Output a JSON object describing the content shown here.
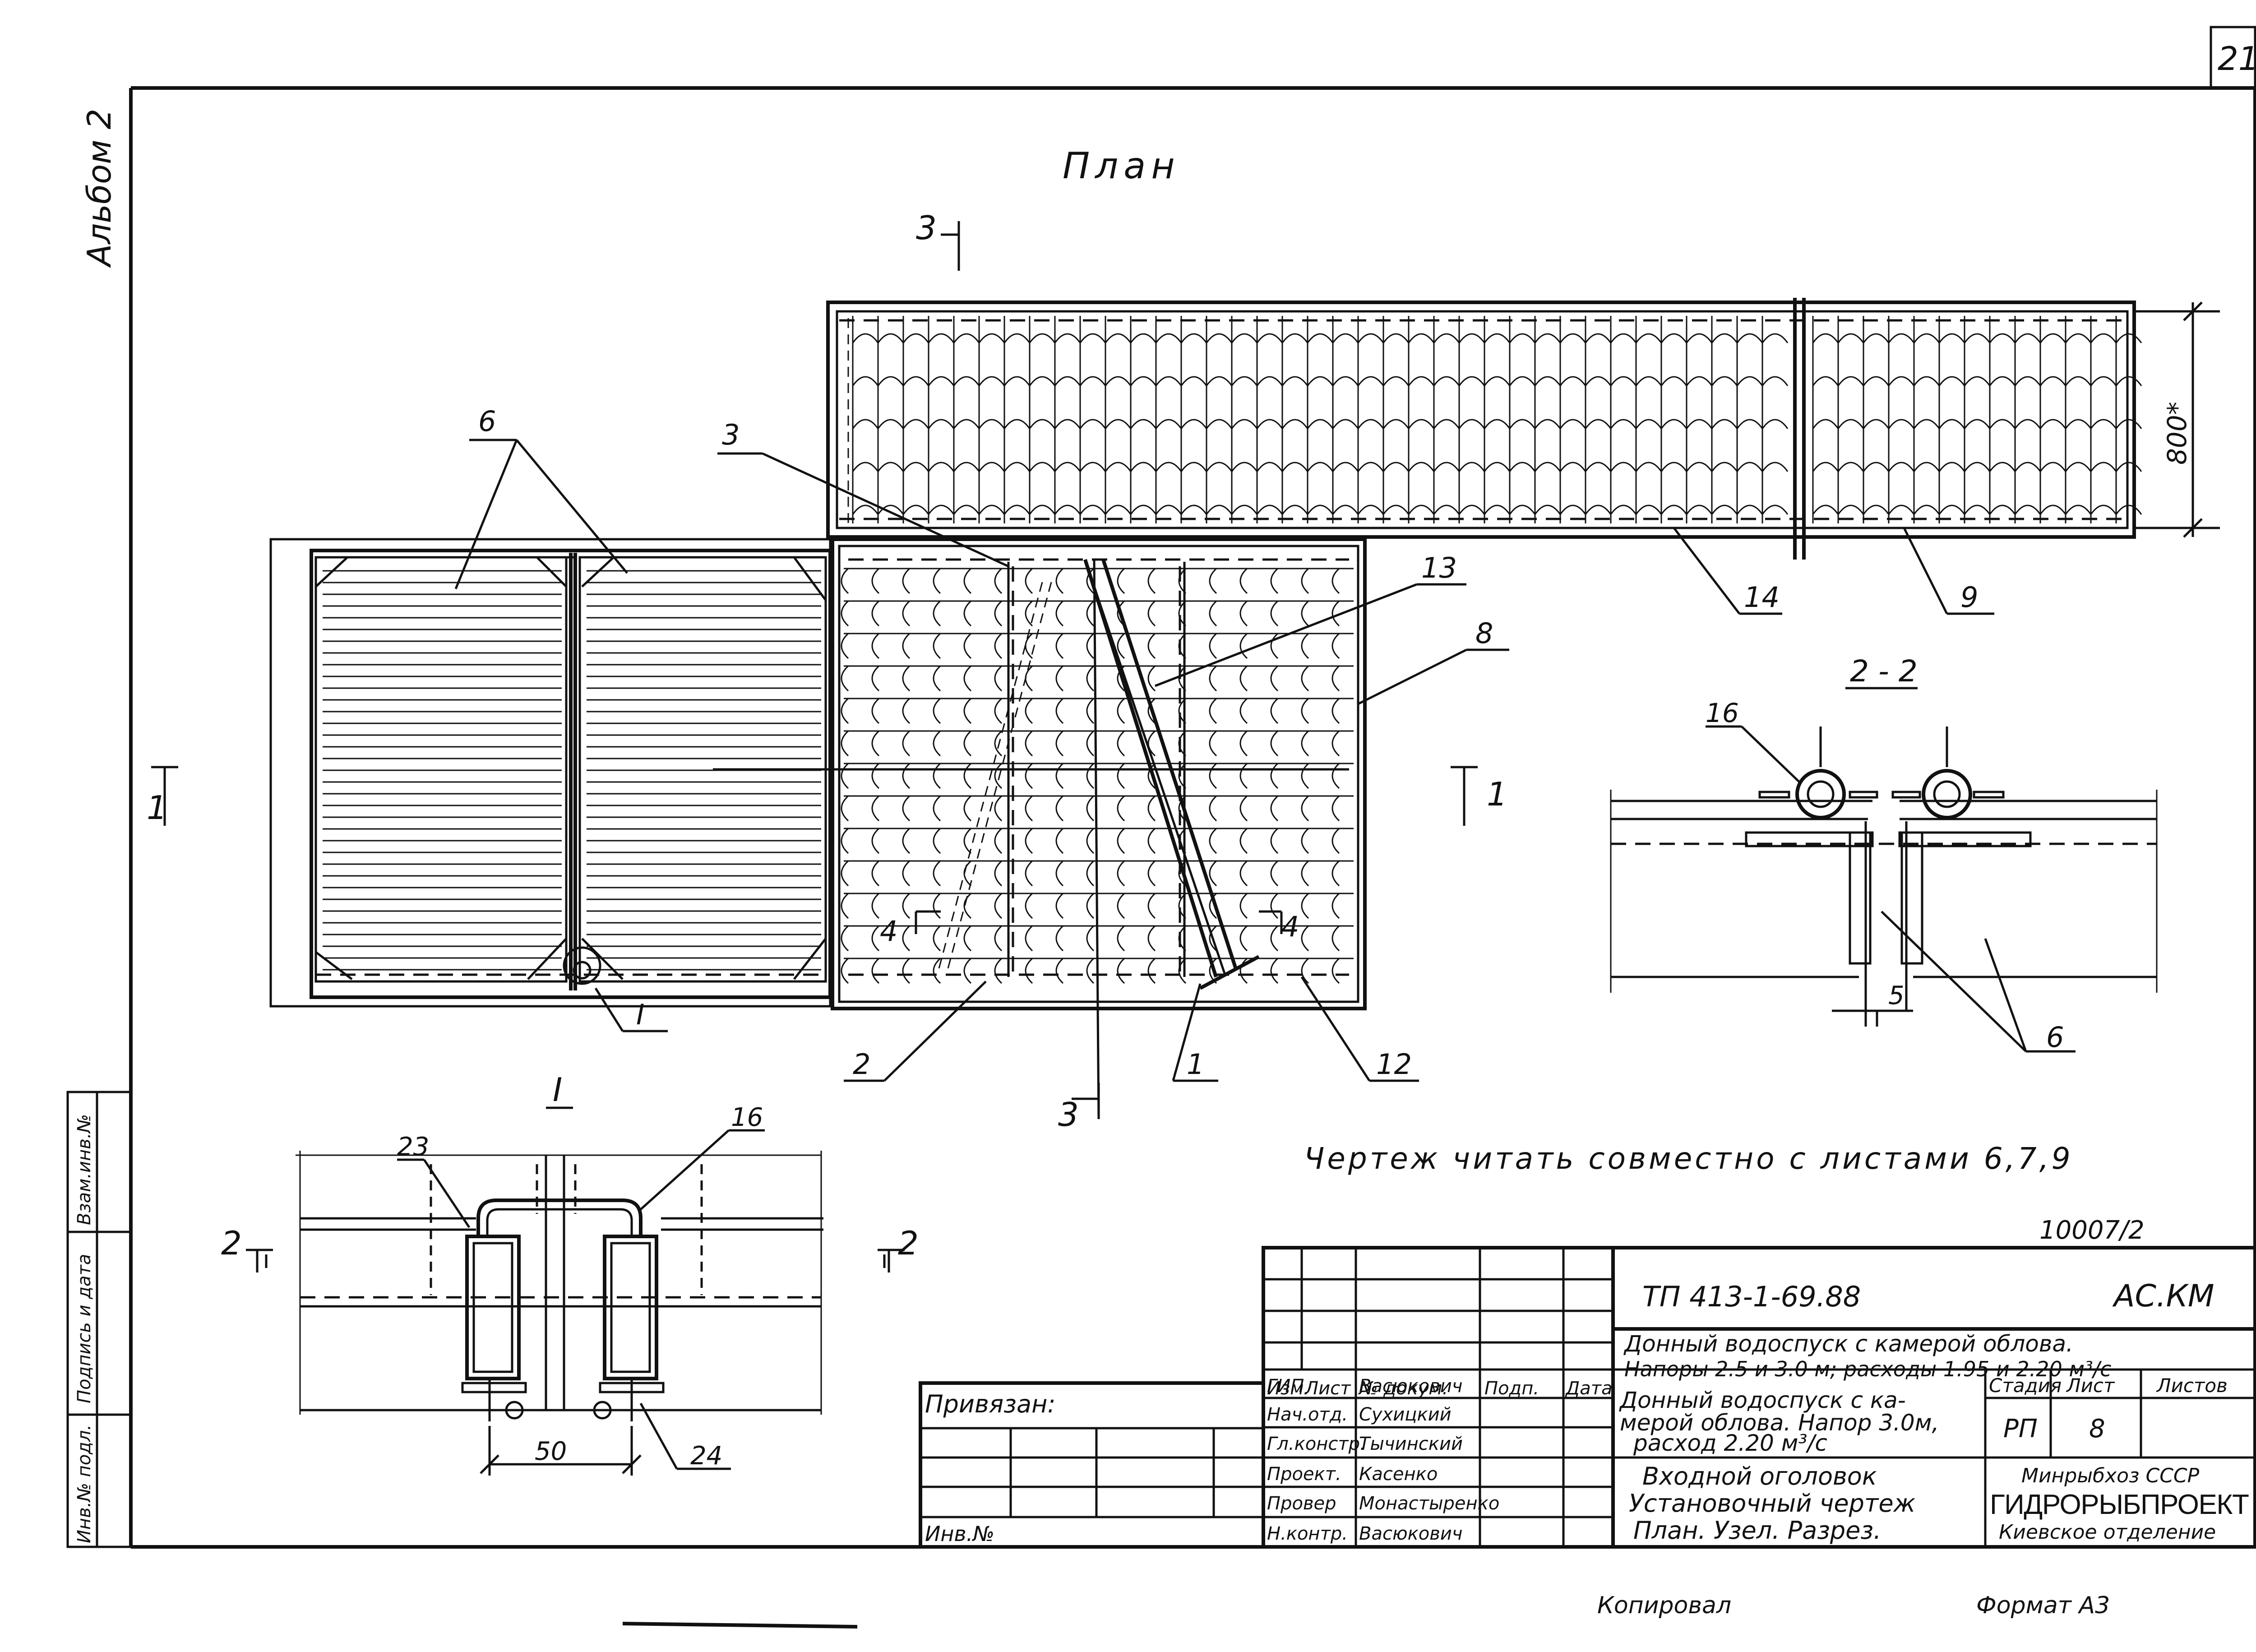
{
  "sheet": {
    "page_number": "21",
    "album": "Альбом 2",
    "title_plan": "План",
    "note": "Чертеж читать совместно с листами 6,7,9",
    "archive_no": "10007/2",
    "copied": "Копировал",
    "format": "Формат А3"
  },
  "section_marks": {
    "s1": "1",
    "s2": "2",
    "s3": "3",
    "s4": "4",
    "section_2_2": "2 - 2",
    "node_1": "I",
    "node_1_title": "I"
  },
  "callouts": {
    "c1": "1",
    "c2": "2",
    "c3": "3",
    "c6_plan": "6",
    "c6_section": "6",
    "c8": "8",
    "c9": "9",
    "c12": "12",
    "c13": "13",
    "c14": "14",
    "c16_section": "16",
    "c16_node": "16",
    "c23": "23",
    "c24": "24"
  },
  "dimensions": {
    "d800": "800*",
    "d50": "50",
    "d5": "5"
  },
  "left_stamp": {
    "inv_podl": "Инв.№ подл.",
    "sign_date": "Подпись и дата",
    "vzam": "Взам.инв.№"
  },
  "title_block": {
    "code": "ТП 413-1-69.88",
    "mark": "АС.КМ",
    "object_line1": "Донный водоспуск с камерой облова.",
    "object_line2": "Напоры 2.5 и 3.0 м; расходы 1.95 и 2.20 м³/с",
    "part_line1": "Донный водоспуск с ка-",
    "part_line2": "мерой облова. Напор 3.0м,",
    "part_line3": "расход 2.20 м³/с",
    "sheet_title1": "Входной оголовок",
    "sheet_title2": "Установочный чертеж",
    "sheet_title3": "План. Узел. Разрез.",
    "stage_label": "Стадия",
    "sheet_label": "Лист",
    "sheets_label": "Листов",
    "stage": "РП",
    "sheet_no": "8",
    "org1": "Минрыбхоз СССР",
    "org2": "ГИДРОРЫБПРОЕКТ",
    "org3": "Киевское отделение",
    "tied": "Привязан:",
    "inv_no": "Инв.№",
    "headers": [
      "Изм.",
      "Лист",
      "№ докум.",
      "Подп.",
      "Дата"
    ],
    "roles": [
      {
        "role": "ГИП",
        "name": "Васюкович"
      },
      {
        "role": "Нач.отд.",
        "name": "Сухицкий"
      },
      {
        "role": "Гл.констр.",
        "name": "Тычинский"
      },
      {
        "role": "Проект.",
        "name": "Касенко"
      },
      {
        "role": "Провер",
        "name": "Монастыренко"
      },
      {
        "role": "Н.контр.",
        "name": "Васюкович"
      }
    ]
  }
}
